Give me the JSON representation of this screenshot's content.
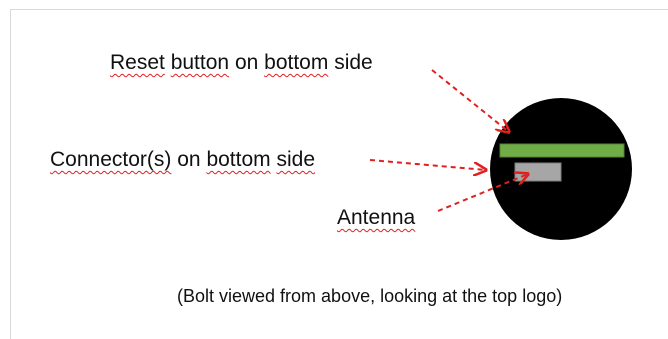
{
  "labels": {
    "reset": [
      "Reset",
      "button",
      "on",
      "bottom",
      "side"
    ],
    "connector": [
      "Connector(s)",
      "on",
      "bottom",
      "side"
    ],
    "antenna": [
      "Antenna"
    ]
  },
  "caption": "(Bolt viewed from above, looking at the top logo)",
  "colors": {
    "board": "#000000",
    "reset_bar": "#70ad47",
    "reset_bar_border": "#548235",
    "connector_block": "#a6a6a6",
    "arrow": "#e0201f",
    "frame": "#d9d9d9",
    "spellcheck_underline": "#e0201f"
  }
}
